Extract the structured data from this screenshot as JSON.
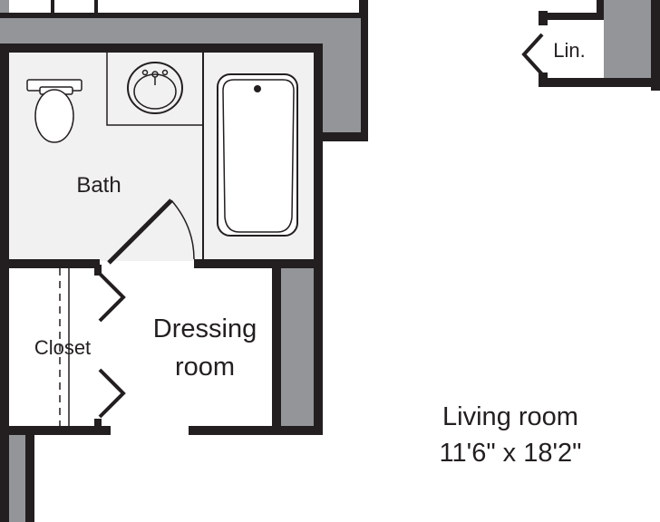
{
  "rooms": {
    "bath": {
      "label": "Bath"
    },
    "closet": {
      "label": "Closet"
    },
    "dressing_room": {
      "label_line1": "Dressing",
      "label_line2": "room"
    },
    "linen": {
      "label": "Lin."
    },
    "living_room": {
      "label": "Living room",
      "dimensions": "11'6\" x 18'2\""
    }
  },
  "colors": {
    "wall": "#231f20",
    "wall_fill": "#939598",
    "bath_floor": "#f1f1f2",
    "background": "#ffffff"
  }
}
